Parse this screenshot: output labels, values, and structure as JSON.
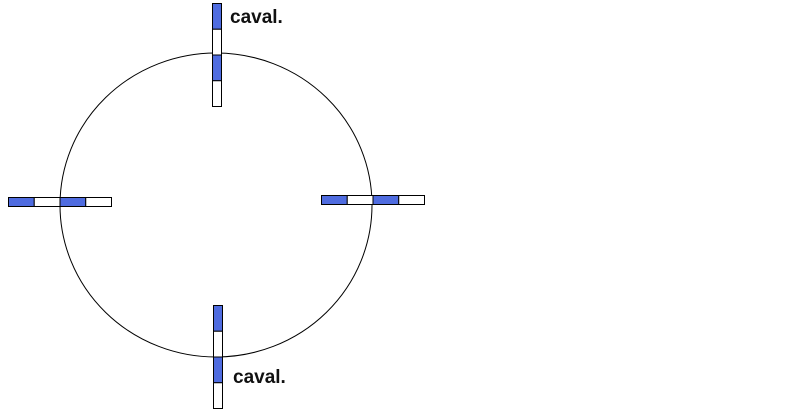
{
  "labels": {
    "top": "caval.",
    "bottom": "caval."
  },
  "colors": {
    "blue": "#4f6ce0",
    "white": "#ffffff",
    "stroke": "#000000"
  },
  "markers": [
    {
      "name": "north",
      "segments": [
        "blue",
        "white",
        "blue",
        "white"
      ]
    },
    {
      "name": "south",
      "segments": [
        "blue",
        "white",
        "blue",
        "white"
      ]
    },
    {
      "name": "west",
      "segments": [
        "blue",
        "white",
        "blue",
        "white"
      ]
    },
    {
      "name": "east",
      "segments": [
        "blue",
        "white",
        "blue",
        "white"
      ]
    }
  ]
}
